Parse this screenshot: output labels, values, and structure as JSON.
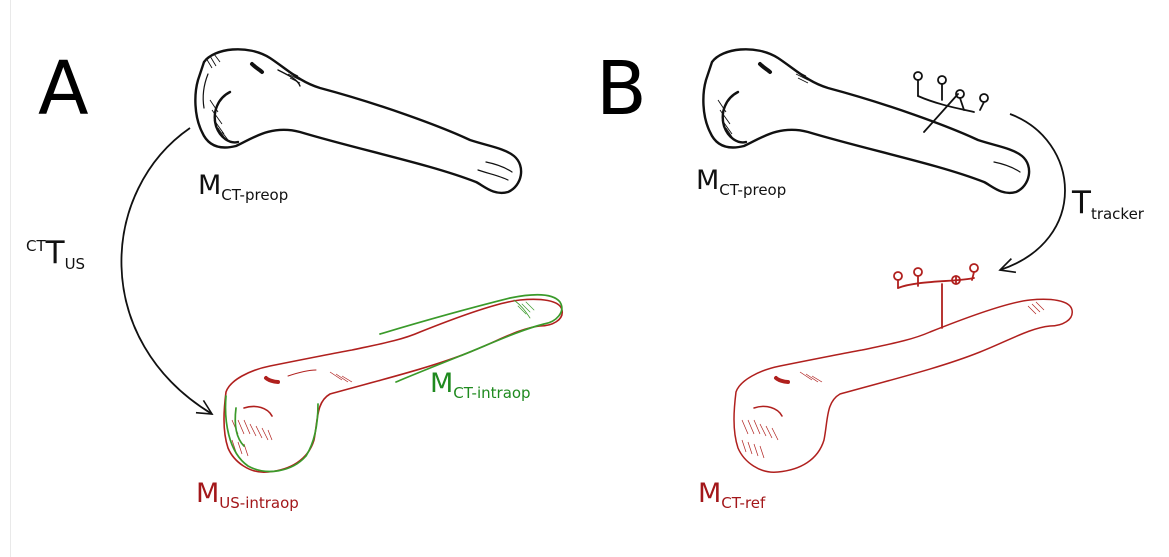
{
  "panels": {
    "a": {
      "letter": "A",
      "label_preop": {
        "main": "M",
        "sub": "CT-preop"
      },
      "label_transform": {
        "sup": "CT",
        "main": "T",
        "sub": "US"
      },
      "label_ct_intraop": {
        "main": "M",
        "sub": "CT-intraop"
      },
      "label_us_intraop": {
        "main": "M",
        "sub": "US-intraop"
      }
    },
    "b": {
      "letter": "B",
      "label_preop": {
        "main": "M",
        "sub": "CT-preop"
      },
      "label_tracker": {
        "main": "T",
        "sub": "tracker"
      },
      "label_ct_ref": {
        "main": "M",
        "sub": "CT-ref"
      }
    }
  },
  "colors": {
    "black_ink": "#111111",
    "red_ink": "#b0201e",
    "green_ink": "#3a9a2a",
    "label_red": "#a3171a",
    "label_green": "#1f8a1f"
  }
}
